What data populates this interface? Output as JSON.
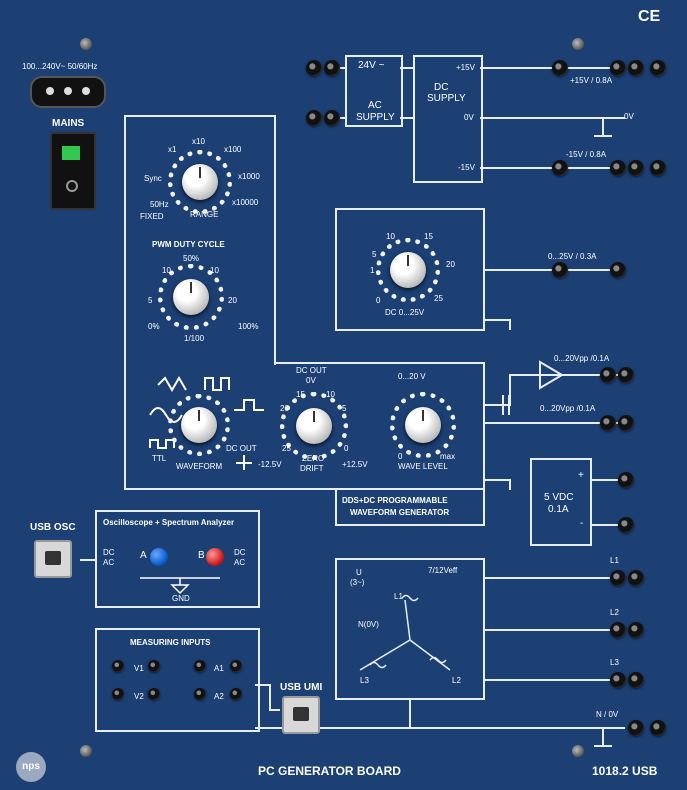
{
  "panel": {
    "ce_mark": "CE",
    "board_name": "PC GENERATOR BOARD",
    "model": "1018.2 USB",
    "logo": "nps"
  },
  "mains": {
    "rating": "100...240V~  50/60Hz",
    "switch_label": "MAINS"
  },
  "ac_supply": {
    "voltage": "24V ~",
    "label_line1": "AC",
    "label_line2": "SUPPLY"
  },
  "dc_supply": {
    "label_line1": "DC",
    "label_line2": "SUPPLY",
    "plus15": "+15V",
    "zero": "0V",
    "minus15": "-15V",
    "out_plus": "+15V / 0.8A",
    "out_zero": "0V",
    "out_minus": "-15V / 0.8A"
  },
  "dc_source": {
    "knob_label": "DC 0...25V",
    "scale": [
      "10",
      "15",
      "5",
      "20",
      "1",
      "0",
      "25"
    ],
    "output": "0...25V / 0.3A"
  },
  "generator": {
    "range_ticks": [
      "x1",
      "x10",
      "x100",
      "x1000",
      "x10000",
      "Sync",
      "50Hz",
      "FIXED",
      "RANGE"
    ],
    "pwm_title": "PWM DUTY CYCLE",
    "pwm_ticks": [
      "50%",
      "10",
      "10",
      "5",
      "20",
      "0%",
      "100%",
      "1/100"
    ],
    "dc_out_title": "DC OUT",
    "dc_out_zero": "0V",
    "dc_out_ticks": [
      "15",
      "10",
      "20",
      "5",
      "25",
      "0"
    ],
    "zero_drift_line1": "ZERO",
    "zero_drift_line2": "DRIFT",
    "minus_range": "-12.5V",
    "plus_range": "+12.5V",
    "ttl": "TTL",
    "waveform_label": "WAVEFORM",
    "dc_out_small": "DC OUT",
    "wave_level_range": "0...20 V",
    "wave_level_label": "WAVE LEVEL",
    "wave_level_min": "0",
    "wave_level_max": "max",
    "title_line1": "DDS+DC PROGRAMMABLE",
    "title_line2": "WAVEFORM GENERATOR",
    "out_amp": "0...20Vpp /0.1A",
    "out_direct": "0...20Vpp /0.1A"
  },
  "usb_osc": {
    "label": "USB OSC",
    "section_title": "Oscilloscope + Spectrum Analyzer",
    "ch_a": "A",
    "ch_b": "B",
    "dc": "DC",
    "ac": "AC",
    "gnd": "GND"
  },
  "measuring": {
    "title": "MEASURING INPUTS",
    "v1": "V1",
    "v2": "V2",
    "a1": "A1",
    "a2": "A2",
    "usb_umi": "USB UMI"
  },
  "vdc5": {
    "line1": "5 VDC",
    "line2": "0.1A",
    "plus": "+",
    "minus": "-"
  },
  "three_phase": {
    "u_label": "U",
    "phase": "(3~)",
    "rating": "7/12Veff",
    "l1": "L1",
    "l2": "L2",
    "l3": "L3",
    "n0v": "N(0V)",
    "out_l1": "L1",
    "out_l2": "L2",
    "out_l3": "L3",
    "out_n": "N / 0V"
  }
}
